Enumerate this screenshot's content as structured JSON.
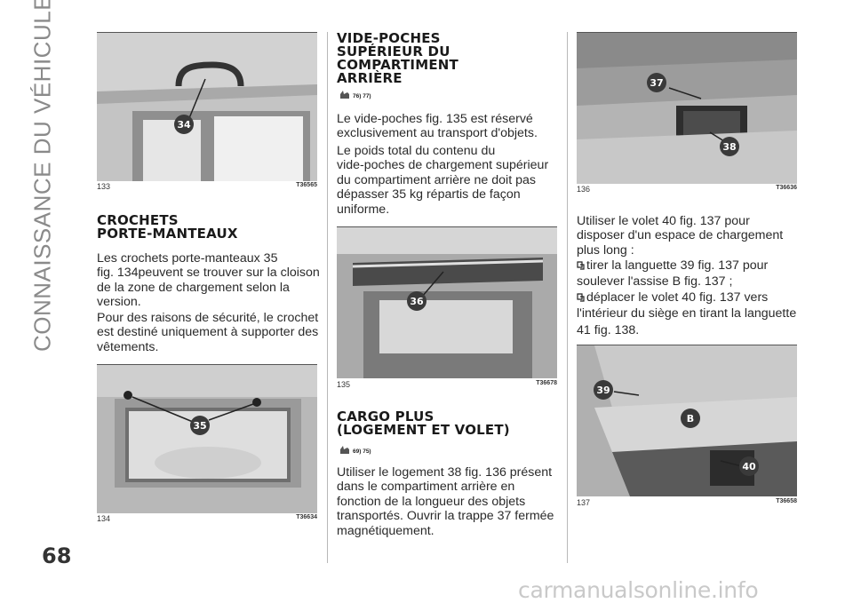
{
  "side_title": "CONNAISSANCE DU VÉHICULE",
  "page_number": "68",
  "watermark": "carmanualsonline.info",
  "figures": [
    {
      "number": "133",
      "code": "T36565",
      "callouts": [
        "34"
      ]
    },
    {
      "number": "134",
      "code": "T36634",
      "callouts": [
        "35"
      ]
    },
    {
      "number": "135",
      "code": "T36678",
      "callouts": [
        "36"
      ]
    },
    {
      "number": "136",
      "code": "T36636",
      "callouts": [
        "37",
        "38"
      ]
    },
    {
      "number": "137",
      "code": "T36658",
      "callouts": [
        "39",
        "B",
        "40"
      ]
    }
  ],
  "col1": {
    "heading": [
      "CROCHETS",
      "PORTE-MANTEAUX"
    ],
    "p1": [
      "Les crochets porte-manteaux 35",
      "fig. 134peuvent se trouver sur la cloison",
      "de la zone de chargement selon la",
      "version."
    ],
    "p2": [
      "Pour des raisons de sécurité, le crochet",
      "est destiné uniquement à supporter des",
      "vêtements."
    ]
  },
  "col2": {
    "heading1": [
      "VIDE-POCHES",
      "SUPÉRIEUR DU",
      "COMPARTIMENT",
      "ARRIÈRE"
    ],
    "warn1": "76) 77)",
    "p1": [
      "Le vide-poches fig. 135 est réservé",
      "exclusivement au transport d'objets."
    ],
    "p2": [
      "Le poids total du contenu du",
      "vide-poches de chargement supérieur",
      "du compartiment arrière ne doit pas",
      "dépasser 35 kg répartis de façon",
      "uniforme."
    ],
    "heading2": [
      "CARGO PLUS",
      "(LOGEMENT ET VOLET)"
    ],
    "warn2": "69) 75)",
    "p3": [
      "Utiliser le logement 38 fig. 136 présent",
      "dans le compartiment arrière en",
      "fonction de la longueur des objets",
      "transportés. Ouvrir la trappe 37 fermée",
      "magnétiquement."
    ]
  },
  "col3": {
    "p1": [
      "Utiliser le volet 40 fig. 137 pour",
      "disposer d'un espace de chargement",
      "plus long :"
    ],
    "bullet1": [
      "tirer la languette 39 fig. 137 pour",
      "soulever l'assise B fig. 137 ;"
    ],
    "bullet2": [
      "déplacer le volet 40 fig. 137 vers",
      "l'intérieur du siège en tirant la languette",
      "41 fig. 138."
    ]
  }
}
